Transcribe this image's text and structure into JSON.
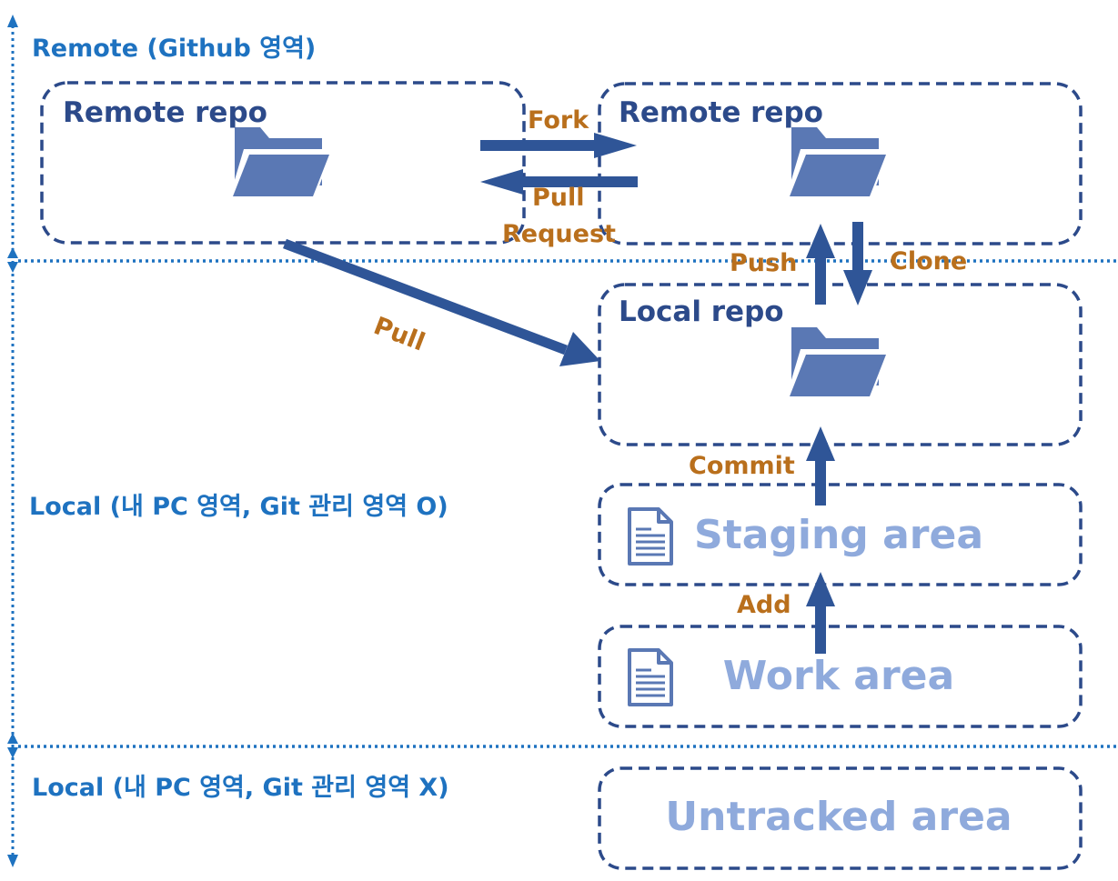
{
  "regions": {
    "remote": "Remote (Github 영역)",
    "local_tracked": "Local (내 PC 영역, Git 관리 영역 O)",
    "local_untracked": "Local (내 PC 영역, Git 관리 영역 X)"
  },
  "boxes": {
    "remote_repo_origin": "Remote repo",
    "remote_repo_fork": "Remote repo",
    "local_repo": "Local repo",
    "staging_area": "Staging area",
    "work_area": "Work area",
    "untracked_area": "Untracked area"
  },
  "arrows": {
    "fork": "Fork",
    "pull_request_1": "Pull",
    "pull_request_2": "Request",
    "pull": "Pull",
    "push": "Push",
    "clone": "Clone",
    "commit": "Commit",
    "add": "Add"
  },
  "icons": {
    "repo": "folder-icon",
    "file": "document-icon"
  },
  "colors": {
    "box_border": "#2c4a8a",
    "arrow": "#2f5597",
    "region_text": "#1e72c0",
    "action_text": "#b96f1c",
    "area_text": "#8faadc",
    "folder": "#5a78b4",
    "divider": "#1e72c0"
  }
}
